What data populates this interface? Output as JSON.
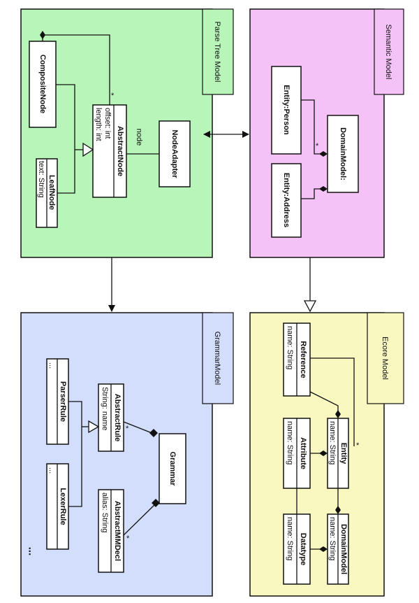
{
  "diagram": {
    "panels": {
      "parse_tree": {
        "title": "Parse Tree Model",
        "color": "#b8f5b8"
      },
      "semantic": {
        "title": "Semantic Model",
        "color": "#f5c2f8"
      },
      "grammar": {
        "title": "GrammarModel",
        "color": "#d2defb"
      },
      "ecore": {
        "title": "Ecore Model",
        "color": "#f8f8c0"
      }
    },
    "parse_tree": {
      "composite_node": "CompositeNode",
      "leaf_node": {
        "name": "LeafNode",
        "attr": "text: String"
      },
      "abstract_node": {
        "name": "AbstractNode",
        "attr1": "offset: int",
        "attr2": "length: int"
      },
      "node_adapter": "NodeAdapter",
      "node_label": "node",
      "mult_star": "*"
    },
    "semantic": {
      "entity_person": "Entity:Person",
      "entity_address": "Entity:Address",
      "domain_model": "DomainModel:",
      "mult_star": "*"
    },
    "grammar": {
      "parser_rule": {
        "name": "ParserRule",
        "attr": "..."
      },
      "lexer_rule": {
        "name": "LexerRule",
        "attr": "..."
      },
      "abstract_rule": {
        "name": "AbstractRule",
        "attr": "String: name"
      },
      "abstract_mm_decl": {
        "name": "AbstractMMDecl",
        "attr": "alias: String"
      },
      "grammar_box": "Grammar",
      "ellipsis": "...",
      "mult_star_1": "*",
      "mult_star_2": "*"
    },
    "ecore": {
      "reference": {
        "name": "Reference",
        "attr": "name: String"
      },
      "attribute": {
        "name": "Attribute",
        "attr": "name: String"
      },
      "datatype": {
        "name": "Datatype",
        "attr": "name: String"
      },
      "entity": {
        "name": "Entity",
        "attr": "name: String"
      },
      "domain_model": {
        "name": "DomainModel",
        "attr": "name: String"
      },
      "mult_star": "*"
    }
  }
}
